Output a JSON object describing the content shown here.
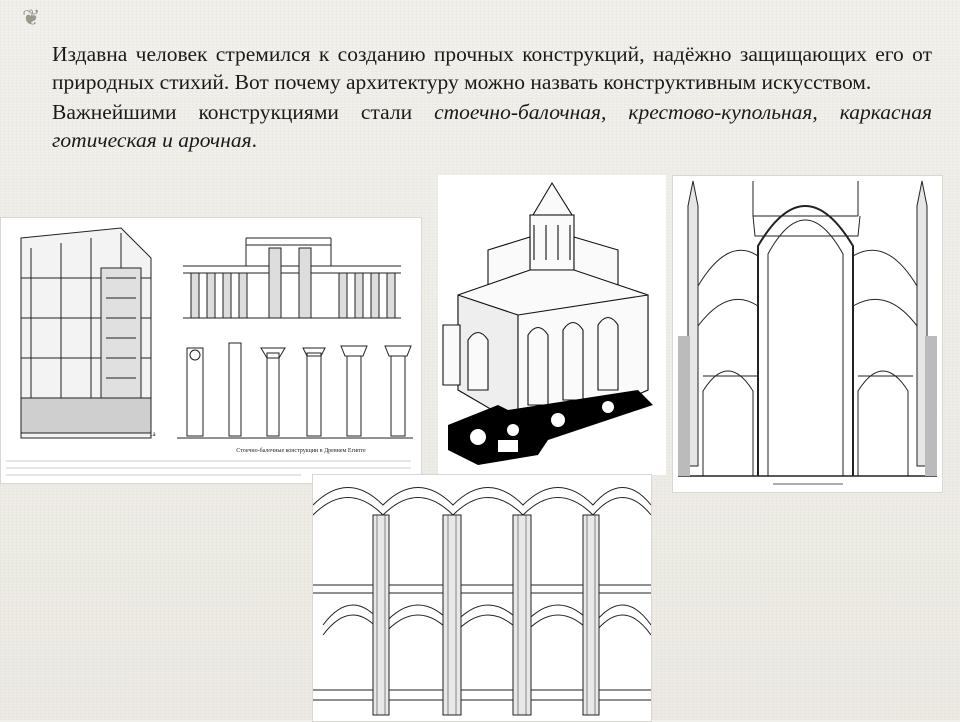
{
  "slide": {
    "paragraph1": "Издавна человек стремился к созданию прочных конструкций, надёжно защищающих его от природных стихий. Вот почему архитектуру можно назвать конструктивным искусством.",
    "paragraph2_lead": "Важнейшими конструкциями стали ",
    "paragraph2_emphasis": "стоечно-балочная, крестово-купольная, каркасная готическая и арочная",
    "paragraph2_end": "."
  },
  "images": {
    "egypt_caption": "Стоечно-балочные конструкции в Древнем Египте",
    "egypt_label": "1а"
  },
  "icons": {
    "bullet": "spiral-bullet-icon"
  }
}
